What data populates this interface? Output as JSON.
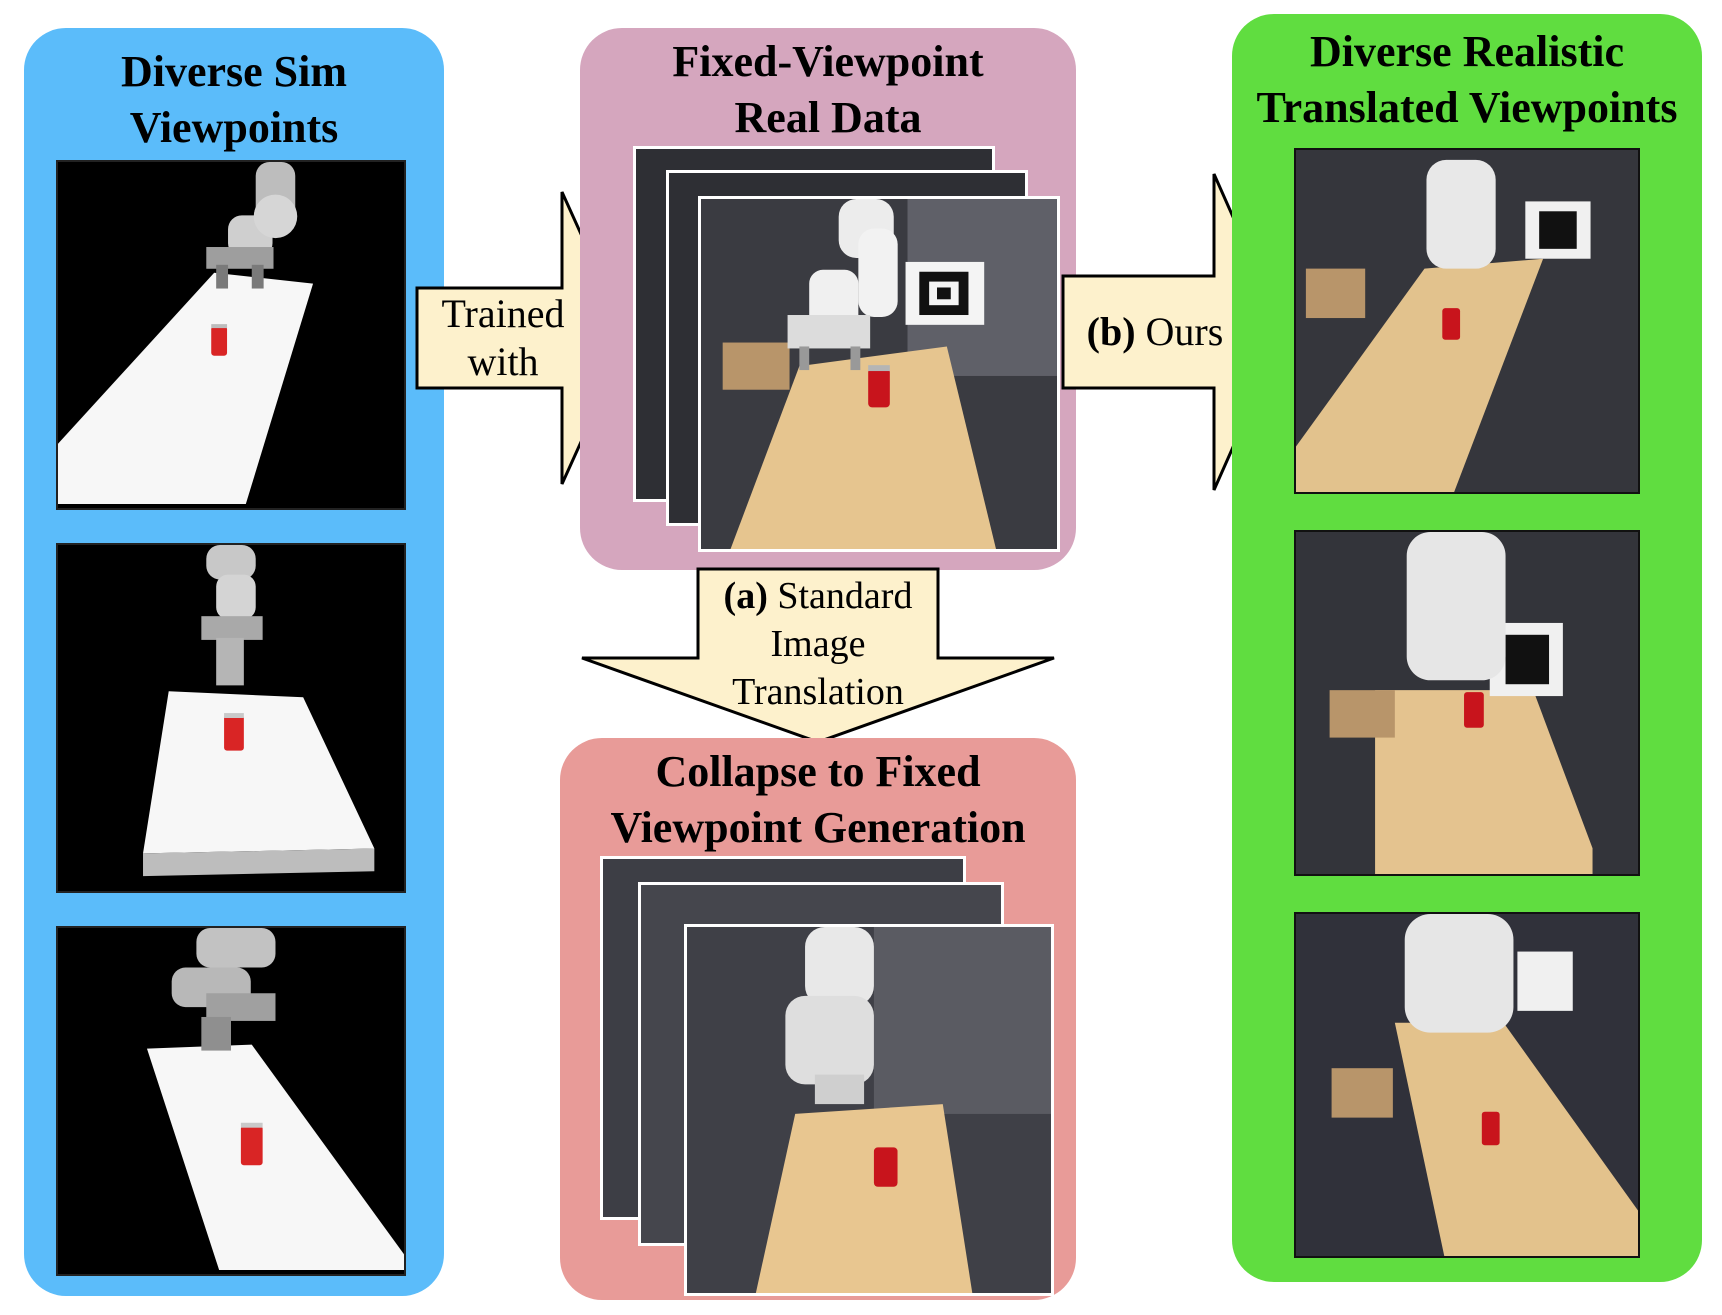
{
  "colors": {
    "sim_panel": "#5bbcfa",
    "real_panel": "#d5a6be",
    "collapse_panel": "#e89b98",
    "ours_panel": "#60dd40",
    "arrow_fill": "#fdf1cc"
  },
  "panels": {
    "sim": {
      "title": "Diverse Sim Viewpoints"
    },
    "real": {
      "title": "Fixed-Viewpoint Real Data"
    },
    "collapse": {
      "title": "Collapse to Fixed Viewpoint Generation"
    },
    "ours": {
      "title": "Diverse Realistic Translated Viewpoints"
    }
  },
  "arrows": {
    "trained": {
      "label": "Trained with"
    },
    "ours": {
      "label_bold": "(b)",
      "label_rest": " Ours"
    },
    "standard": {
      "label_bold": "(a)",
      "label_rest": " Standard Image Translation"
    }
  },
  "icons": [
    "robot-arm-icon",
    "coke-can-icon",
    "fiducial-marker-icon",
    "table-icon",
    "cardboard-box-icon"
  ]
}
